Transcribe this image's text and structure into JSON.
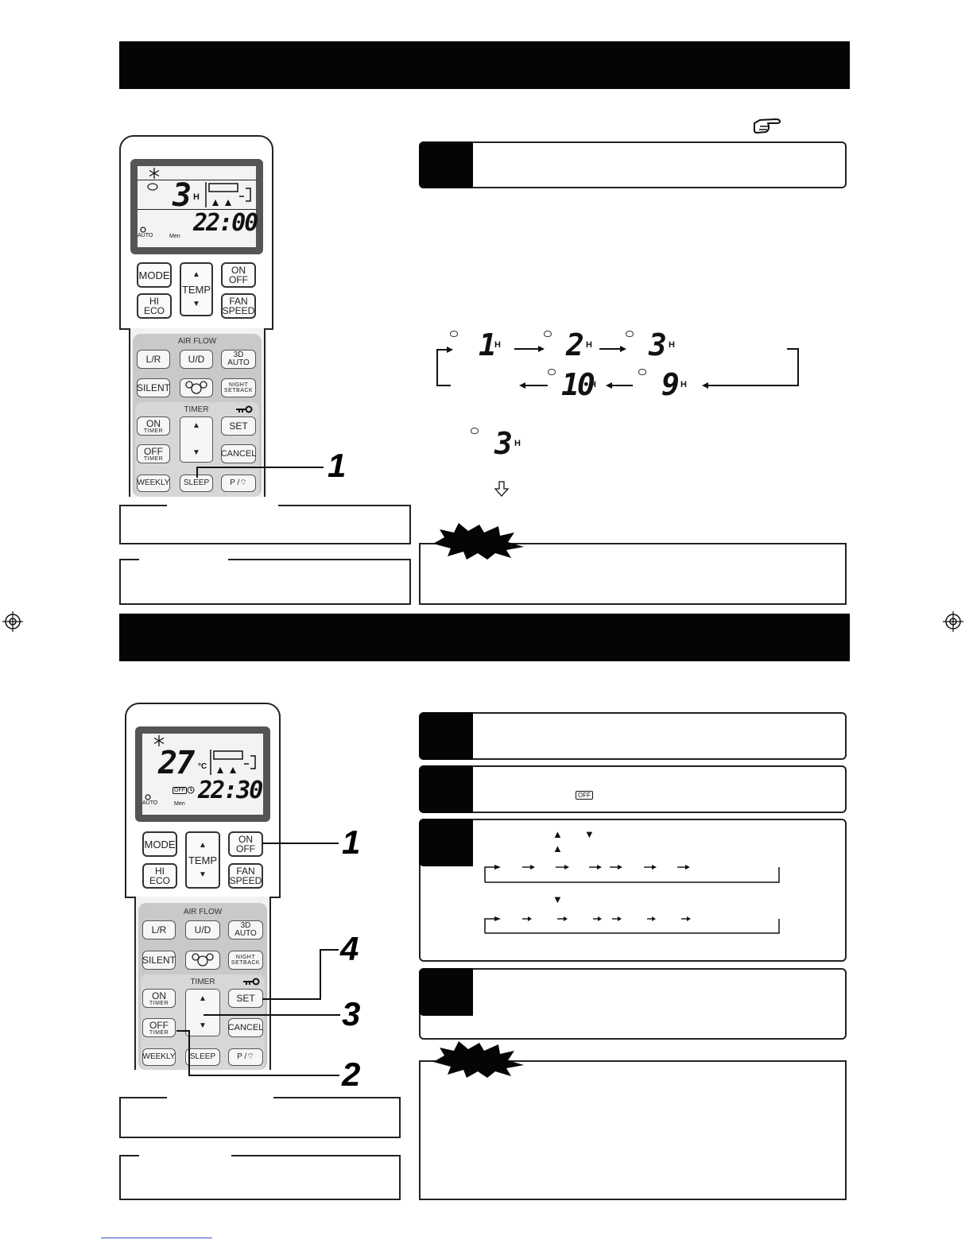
{
  "remote_top": {
    "lcd": {
      "value": "3",
      "unit": "H",
      "clock": "22:00",
      "fan_label": "AUTO",
      "mode_label": "Men"
    },
    "buttons": {
      "mode": "MODE",
      "temp": "TEMP",
      "on_off_1": "ON",
      "on_off_2": "OFF",
      "hi_eco_1": "HI",
      "hi_eco_2": "ECO",
      "fan_speed_1": "FAN",
      "fan_speed_2": "SPEED",
      "airflow_label": "AIR FLOW",
      "lr": "L/R",
      "ud": "U/D",
      "auto3d": "3D AUTO",
      "silent": "SILENT",
      "night_1": "NIGHT",
      "night_2": "SETBACK",
      "timer_label": "TIMER",
      "on_timer_1": "ON",
      "on_timer_2": "TIMER",
      "set": "SET",
      "off_timer_1": "OFF",
      "off_timer_2": "TIMER",
      "cancel": "CANCEL",
      "weekly": "WEEKLY",
      "sleep": "SLEEP",
      "p_label": "P / "
    },
    "callouts": {
      "c1": "1"
    }
  },
  "remote_bottom": {
    "lcd": {
      "value": "27",
      "unit": "°C",
      "clock": "22:30",
      "off_badge": "OFF",
      "fan_label": "AUTO",
      "mode_label": "Men"
    },
    "buttons": {
      "mode": "MODE",
      "temp": "TEMP",
      "on_off_1": "ON",
      "on_off_2": "OFF",
      "hi_eco_1": "HI",
      "hi_eco_2": "ECO",
      "fan_speed_1": "FAN",
      "fan_speed_2": "SPEED",
      "airflow_label": "AIR FLOW",
      "lr": "L/R",
      "ud": "U/D",
      "auto3d": "3D AUTO",
      "silent": "SILENT",
      "night_1": "NIGHT",
      "night_2": "SETBACK",
      "timer_label": "TIMER",
      "on_timer_1": "ON",
      "on_timer_2": "TIMER",
      "set": "SET",
      "off_timer_1": "OFF",
      "off_timer_2": "TIMER",
      "cancel": "CANCEL",
      "weekly": "WEEKLY",
      "sleep": "SLEEP",
      "p_label": "P / "
    },
    "callouts": {
      "c1": "1",
      "c2": "2",
      "c3": "3",
      "c4": "4"
    }
  },
  "sleep_cycle": {
    "items": [
      {
        "value": "1",
        "unit": "H"
      },
      {
        "value": "2",
        "unit": "H"
      },
      {
        "value": "3",
        "unit": "H"
      },
      {
        "value": "10",
        "unit": "H"
      },
      {
        "value": "9",
        "unit": "H"
      }
    ],
    "selected": {
      "value": "3",
      "unit": "H"
    }
  },
  "step3": {
    "up": "▲",
    "down": "▼"
  },
  "step2": {
    "off_badge": "OFF"
  }
}
